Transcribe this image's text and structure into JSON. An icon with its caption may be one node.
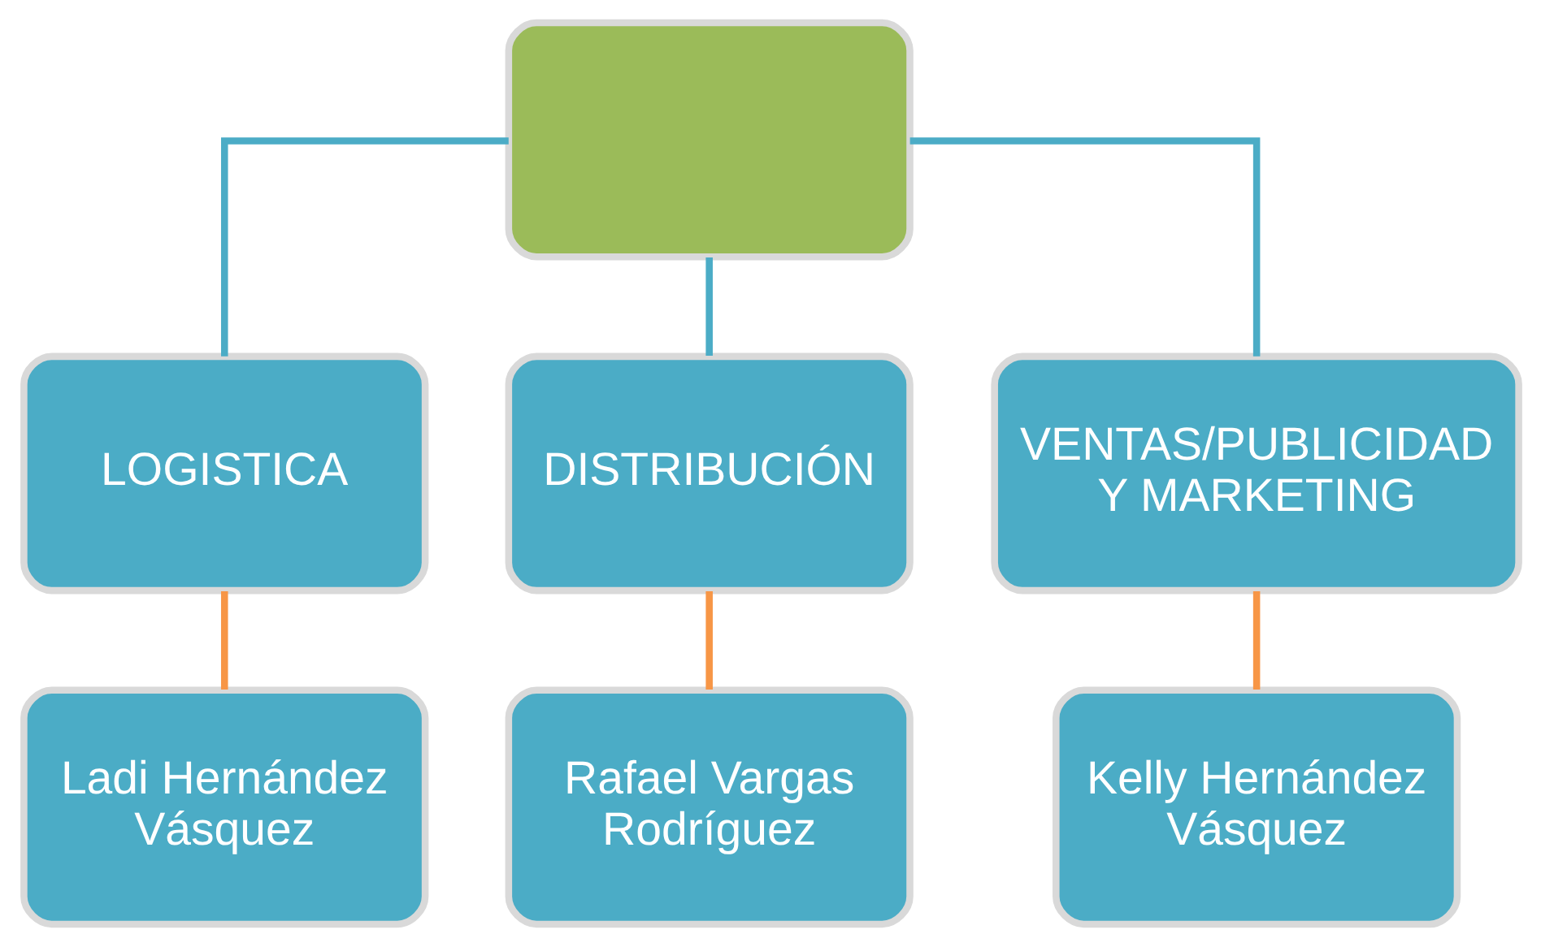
{
  "diagram": {
    "nodes": [
      {
        "text": [],
        "shape": "box"
      },
      {
        "text": [
          "LOGISTICA"
        ]
      },
      {
        "text": [
          "DISTRIBUCIÓN"
        ]
      },
      {
        "text": [
          "VENTAS/PUBLICIDAD Y MARKETING"
        ]
      },
      {
        "text": [
          "Ladi Hernández Vásquez"
        ]
      },
      {
        "text": [
          "Rafael Vargas Rodríguez"
        ]
      },
      {
        "text": [
          "Kelly Hernández Vásquez"
        ]
      }
    ],
    "edges": [
      {
        "from": 0,
        "to": 1,
        "arrow": "none",
        "color": "#4bacc6"
      },
      {
        "from": 0,
        "to": 2,
        "arrow": "none",
        "color": "#4bacc6"
      },
      {
        "from": 0,
        "to": 3,
        "arrow": "none",
        "color": "#4bacc6"
      },
      {
        "from": 1,
        "to": 4,
        "arrow": "none",
        "color": "#f79646"
      },
      {
        "from": 2,
        "to": 5,
        "arrow": "none",
        "color": "#f79646"
      },
      {
        "from": 3,
        "to": 6,
        "arrow": "none",
        "color": "#f79646"
      }
    ]
  }
}
